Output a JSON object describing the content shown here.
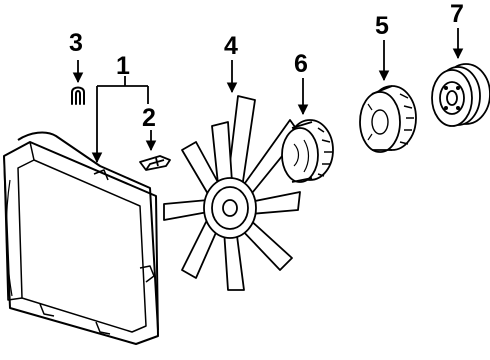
{
  "callouts": [
    {
      "id": "1",
      "label": "1"
    },
    {
      "id": "2",
      "label": "2"
    },
    {
      "id": "3",
      "label": "3"
    },
    {
      "id": "4",
      "label": "4"
    },
    {
      "id": "5",
      "label": "5"
    },
    {
      "id": "6",
      "label": "6"
    },
    {
      "id": "7",
      "label": "7"
    }
  ],
  "colors": {
    "ink": "#000000",
    "paper": "#ffffff"
  },
  "parts": [
    {
      "callout": "1",
      "icon": "fan-shroud-icon"
    },
    {
      "callout": "2",
      "icon": "shroud-clip-icon"
    },
    {
      "callout": "3",
      "icon": "retainer-clip-icon"
    },
    {
      "callout": "4",
      "icon": "fan-blade-icon"
    },
    {
      "callout": "5",
      "icon": "fan-clutch-icon"
    },
    {
      "callout": "6",
      "icon": "fan-clutch-icon"
    },
    {
      "callout": "7",
      "icon": "pulley-icon"
    }
  ]
}
